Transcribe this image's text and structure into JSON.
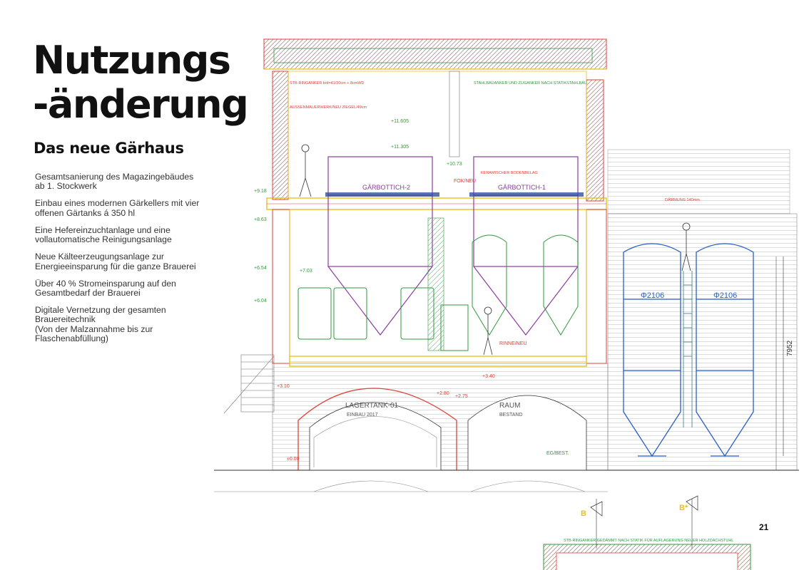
{
  "page": {
    "title_line1": "Nutzungs",
    "title_line2": "-änderung",
    "subtitle": "Das neue Gärhaus",
    "page_number": "21"
  },
  "bullets": [
    "Gesamtsanierung des Magazingebäudes\nab 1. Stockwerk",
    "Einbau eines modernen Gärkellers mit vier\noffenen Gärtanks á 350 hl",
    "Eine Hefereinzuchtanlage und eine\nvollautomatische Reinigungsanlage",
    "Neue Kälteerzeugungsanlage zur\nEnergieeinsparung für die ganze Brauerei",
    "Über 40 % Stromeinsparung auf den\nGesamtbedarf der Brauerei",
    "Digitale Vernetzung der gesamten\nBrauereitechnik\n(Von der Malzannahme bis zur\nFlaschenabfüllung)"
  ],
  "drawing": {
    "colors": {
      "wall_red": "#e0403a",
      "green": "#2e9a3c",
      "purple": "#8a3c9c",
      "blue": "#2a5fc8",
      "yellow": "#e8c21a",
      "gray": "#8a8a8a",
      "dark": "#333333"
    },
    "labels": {
      "tank1": "GÄRBOTTICH-2",
      "tank2": "GÄRBOTTICH-1",
      "lagertank": "LAGERTANK-01",
      "einbau": "EINBAU 2017",
      "raum": "RAUM",
      "bestand": "BESTAND",
      "diameter1": "Φ2106",
      "diameter2": "Φ2106",
      "dim_vertical": "7952",
      "elev_11605": "+11.605",
      "elev_11305": "+11.305",
      "elev_1073": "+10.73",
      "elev_918": "+9.18",
      "elev_863": "+8.63",
      "elev_654": "+6.54",
      "elev_604": "+6.04",
      "elev_703": "+7.03",
      "elev_310": "+3.10",
      "elev_280": "+2.80",
      "elev_275": "+2.75",
      "elev_000": "±0.00",
      "elev_340": "+3.40",
      "fok_neu": "FOK/NEU",
      "rinne_neu": "RINNE/NEU",
      "eg_best": "EG/BEST.",
      "note_ringanker": "STB-RINGANKER b/d=41/30cm + 8cmWD",
      "note_stahlbau": "STAHLBAUANKER UND ZUGANKER NACH STATIKSTAHLBAU",
      "note_aussen1": "AUSSENMAUERWERK/NEU ZIEGEL/49cm",
      "note_keramik": "KERAMISCHER BODENBELAG",
      "note_daemmung": "DÄMMUNG 140mm",
      "note_bottom": "STB-RINGANKER/GEDÄMMT NACH STATIK FÜR AUFLAGERUNG NEUER HOLZDACHSTUHL",
      "marker_b1": "B",
      "marker_b2": "B*"
    }
  }
}
